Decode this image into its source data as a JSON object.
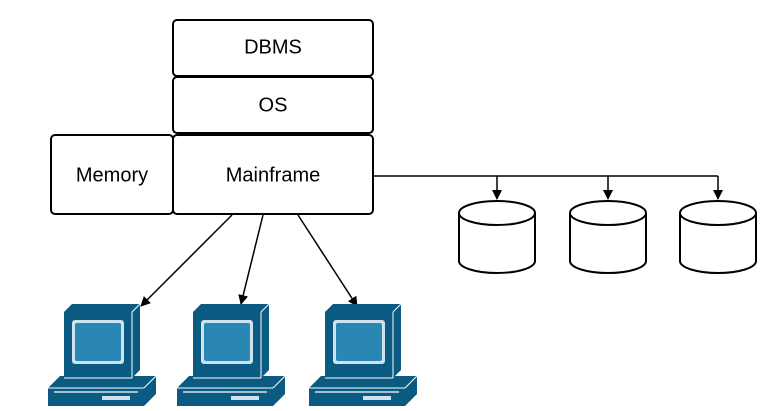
{
  "diagram": {
    "stack": {
      "dbms_label": "DBMS",
      "os_label": "OS",
      "mainframe_label": "Mainframe"
    },
    "memory_label": "Memory",
    "terminals": {
      "count": 3,
      "icon": "desktop-computer-icon",
      "color": "#0a5a82",
      "screen_color": "#2a86b3"
    },
    "disks": {
      "count": 3,
      "icon": "database-cylinder-icon"
    },
    "line_color": "#000000"
  }
}
